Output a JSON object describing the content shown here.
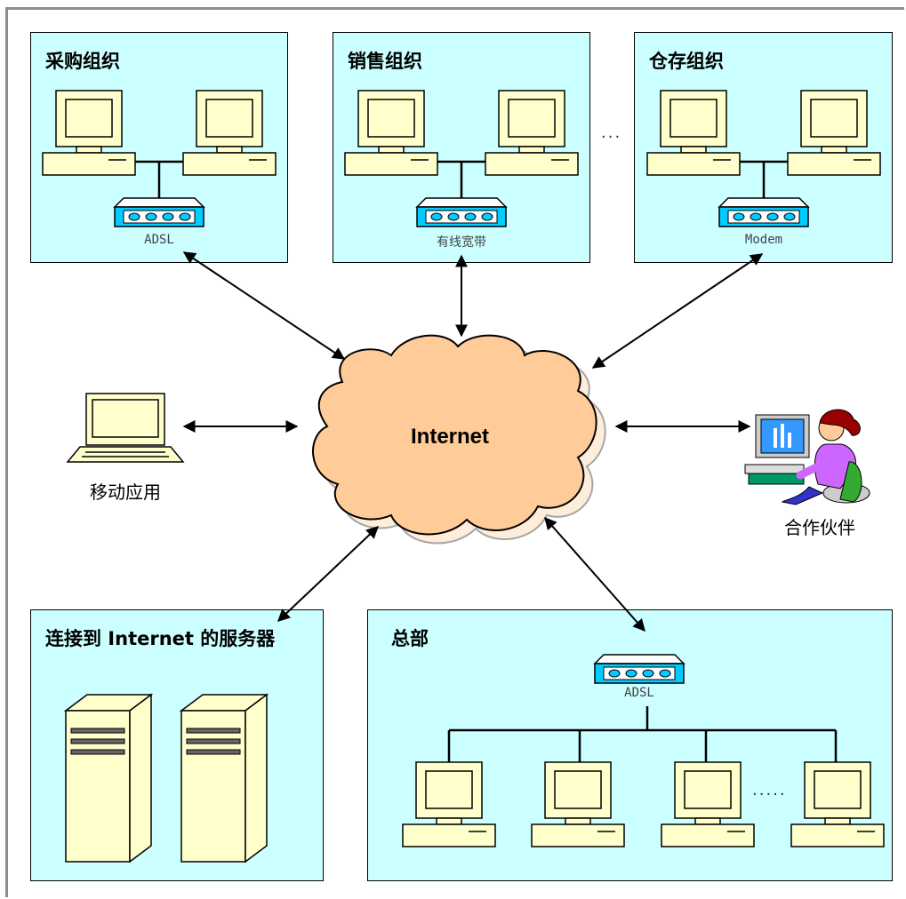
{
  "diagram": {
    "center": "Internet",
    "groups": [
      {
        "title": "采购组织",
        "device": "ADSL"
      },
      {
        "title": "销售组织",
        "device": "有线宽带"
      },
      {
        "title": "仓存组织",
        "device": "Modem"
      }
    ],
    "ellipsis_small": "···",
    "ellipsis_large": "·····",
    "mobile_label": "移动应用",
    "partner_label": "合作伙伴",
    "servers_title": "连接到 Internet 的服务器",
    "hq_title": "总部",
    "hq_device": "ADSL"
  },
  "colors": {
    "panel_fill": "#ccffff",
    "computer_fill": "#ffffcc",
    "modem_fill": "#00ccff",
    "cloud_fill": "#ffcc99",
    "border": "#000000"
  }
}
